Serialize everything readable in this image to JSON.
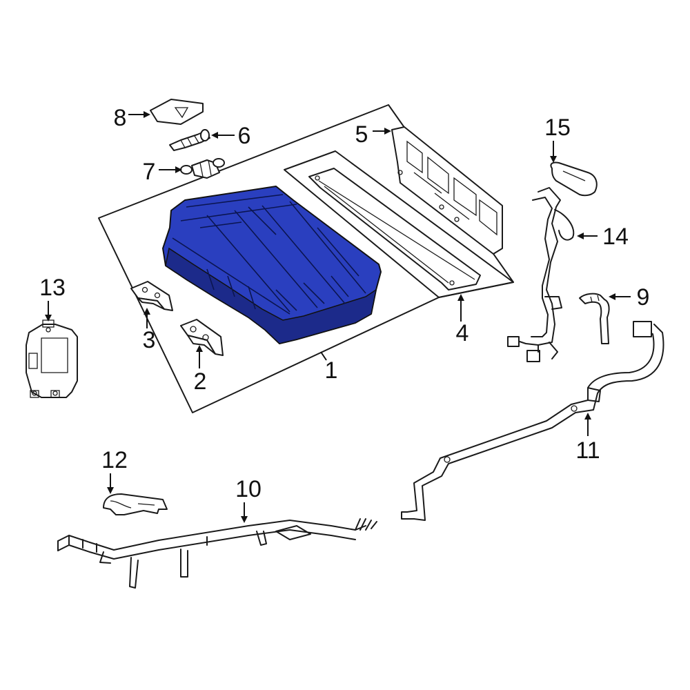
{
  "diagram": {
    "callouts": [
      {
        "id": "1",
        "label": "1"
      },
      {
        "id": "2",
        "label": "2"
      },
      {
        "id": "3",
        "label": "3"
      },
      {
        "id": "4",
        "label": "4"
      },
      {
        "id": "5",
        "label": "5"
      },
      {
        "id": "6",
        "label": "6"
      },
      {
        "id": "7",
        "label": "7"
      },
      {
        "id": "8",
        "label": "8"
      },
      {
        "id": "9",
        "label": "9"
      },
      {
        "id": "10",
        "label": "10"
      },
      {
        "id": "11",
        "label": "11"
      },
      {
        "id": "12",
        "label": "12"
      },
      {
        "id": "13",
        "label": "13"
      },
      {
        "id": "14",
        "label": "14"
      },
      {
        "id": "15",
        "label": "15"
      }
    ],
    "colors": {
      "highlight": "#2a3fbf",
      "highlight_dark": "#1c2a8a",
      "line": "#1a1a1a",
      "background": "#ffffff"
    }
  }
}
